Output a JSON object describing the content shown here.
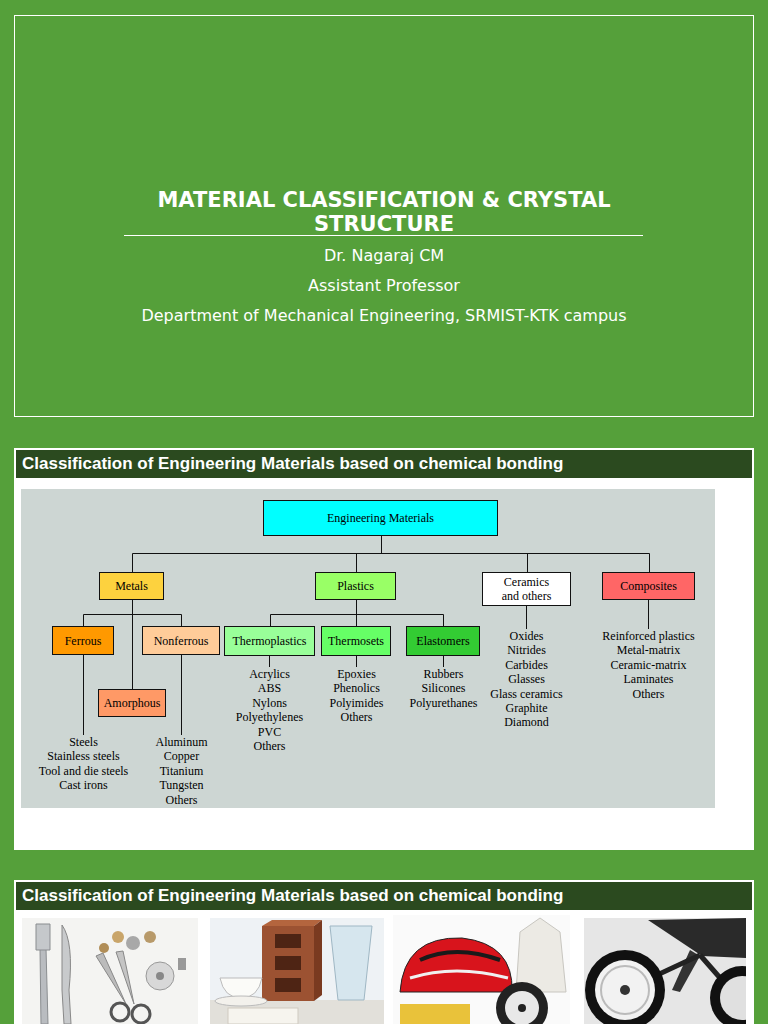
{
  "diagram": {
    "title": "MATERIAL CLASSIFICATION & CRYSTAL STRUCTURE",
    "nodes": [
      {
        "text": [
          "Classification of Engineering Materials based on chemical bonding"
        ]
      },
      {
        "text": [
          "Engineering Materials"
        ]
      },
      {
        "text": [
          "Metals"
        ]
      },
      {
        "text": [
          "Plastics"
        ]
      },
      {
        "text": [
          "Ceramics and others"
        ]
      },
      {
        "text": [
          "Composites"
        ]
      },
      {
        "text": [
          "Ferrous"
        ]
      },
      {
        "text": [
          "Nonferrous"
        ]
      },
      {
        "text": [
          "Thermoplastics"
        ]
      },
      {
        "text": [
          "Thermosets"
        ]
      },
      {
        "text": [
          "Elastomers"
        ]
      },
      {
        "text": [
          "Amorphous"
        ]
      },
      {
        "text": [
          "Classification of Engineering Materials based on chemical bonding"
        ]
      }
    ],
    "edges": [
      {
        "from": 1,
        "to": 2,
        "arrow": "none"
      },
      {
        "from": 1,
        "to": 3,
        "arrow": "none"
      },
      {
        "from": 1,
        "to": 4,
        "arrow": "none"
      },
      {
        "from": 1,
        "to": 5,
        "arrow": "none"
      },
      {
        "from": 2,
        "to": 6,
        "arrow": "none"
      },
      {
        "from": 2,
        "to": 7,
        "arrow": "none"
      },
      {
        "from": 2,
        "to": 11,
        "arrow": "none"
      },
      {
        "from": 3,
        "to": 8,
        "arrow": "none"
      },
      {
        "from": 3,
        "to": 9,
        "arrow": "none"
      },
      {
        "from": 3,
        "to": 10,
        "arrow": "none"
      }
    ],
    "labels": [
      "Dr. Nagaraj CM",
      "Assistant Professor",
      "Department of Mechanical Engineering, SRMIST-KTK campus",
      "Steels",
      "Stainless steels",
      "Tool and die steels",
      "Cast irons",
      "Aluminum",
      "Copper",
      "Titanium",
      "Tungsten",
      "Others",
      "Acrylics",
      "ABS",
      "Nylons",
      "Polyethylenes",
      "PVC",
      "Others",
      "Epoxies",
      "Phenolics",
      "Polyimides",
      "Others",
      "Rubbers",
      "Silicones",
      "Polyurethanes",
      "Oxides",
      "Nitrides",
      "Carbides",
      "Glasses",
      "Glass ceramics",
      "Graphite",
      "Diamond",
      "Reinforced plastics",
      "Metal-matrix",
      "Ceramic-matrix",
      "Laminates",
      "Others"
    ]
  }
}
